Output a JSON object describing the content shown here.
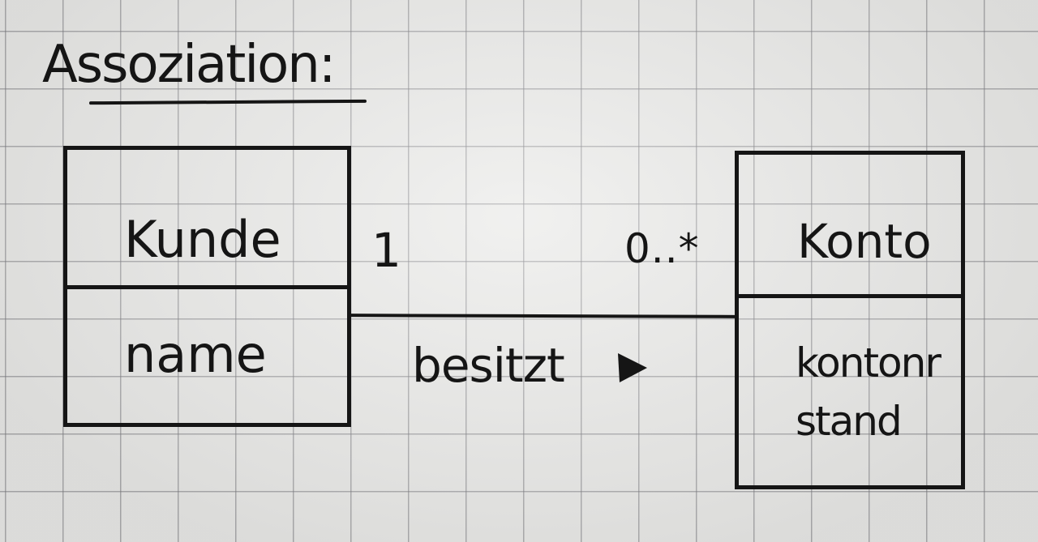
{
  "title": "Assoziation:",
  "classes": {
    "left": {
      "name": "Kunde",
      "attributes": [
        "name"
      ]
    },
    "right": {
      "name": "Konto",
      "attributes": [
        "kontonr",
        "stand"
      ]
    }
  },
  "association": {
    "label": "besitzt",
    "direction": "right",
    "multiplicity_left": "1",
    "multiplicity_right": "0..*"
  },
  "colors": {
    "ink": "#151515",
    "paper": "#e9e9e7",
    "grid": "#78787d"
  }
}
